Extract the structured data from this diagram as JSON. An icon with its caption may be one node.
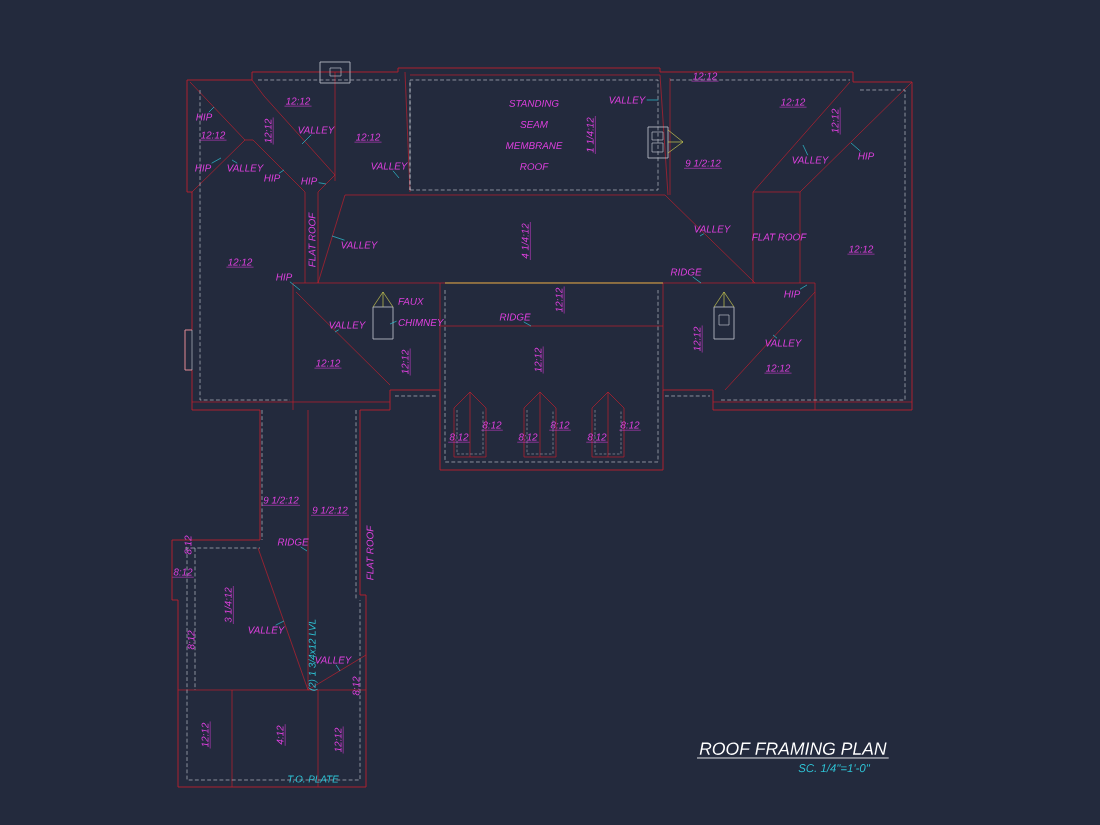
{
  "diagram": {
    "title": "ROOF FRAMING PLAN",
    "nodes": [
      {
        "text": [
          "STANDING SEAM MEMBRANE ROOF"
        ]
      },
      {
        "text": [
          "HIP"
        ]
      },
      {
        "text": [
          "HIP"
        ]
      },
      {
        "text": [
          "VALLEY"
        ]
      },
      {
        "text": [
          "VALLEY"
        ]
      },
      {
        "text": [
          "HIP"
        ]
      },
      {
        "text": [
          "HIP"
        ]
      },
      {
        "text": [
          "VALLEY"
        ]
      },
      {
        "text": [
          "VALLEY"
        ]
      },
      {
        "text": [
          "HIP"
        ]
      },
      {
        "text": [
          "VALLEY"
        ],
        "in": 0
      },
      {
        "text": [
          "VALLEY"
        ]
      },
      {
        "text": [
          "HIP"
        ]
      },
      {
        "text": [
          "VALLEY"
        ]
      },
      {
        "text": [
          "RIDGE"
        ]
      },
      {
        "text": [
          "HIP"
        ]
      },
      {
        "text": [
          "VALLEY"
        ]
      },
      {
        "text": [
          "FAUX CHIMNEY"
        ]
      },
      {
        "text": [
          "RIDGE"
        ]
      },
      {
        "text": [
          "VALLEY"
        ]
      },
      {
        "text": [
          "RIDGE"
        ]
      },
      {
        "text": [
          "VALLEY"
        ]
      },
      {
        "text": [
          "VALLEY"
        ]
      }
    ],
    "edges": [
      {
        "from": 1,
        "to": null,
        "arrow": "none"
      },
      {
        "from": 2,
        "to": null,
        "arrow": "none"
      },
      {
        "from": 3,
        "to": null,
        "arrow": "none"
      },
      {
        "from": 4,
        "to": null,
        "arrow": "none"
      },
      {
        "from": 5,
        "to": null,
        "arrow": "none"
      },
      {
        "from": 6,
        "to": null,
        "arrow": "none"
      },
      {
        "from": 7,
        "to": null,
        "arrow": "none"
      },
      {
        "from": 8,
        "to": null,
        "arrow": "none"
      },
      {
        "from": 9,
        "to": null,
        "arrow": "none"
      },
      {
        "from": 10,
        "to": 0,
        "arrow": "none"
      },
      {
        "from": 11,
        "to": null,
        "arrow": "none"
      },
      {
        "from": 12,
        "to": null,
        "arrow": "none"
      },
      {
        "from": 13,
        "to": null,
        "arrow": "none"
      },
      {
        "from": 14,
        "to": null,
        "arrow": "none"
      },
      {
        "from": 15,
        "to": null,
        "arrow": "none"
      },
      {
        "from": 16,
        "to": null,
        "arrow": "none"
      },
      {
        "from": 17,
        "to": null,
        "arrow": "none"
      },
      {
        "from": 18,
        "to": null,
        "arrow": "none"
      },
      {
        "from": 19,
        "to": null,
        "arrow": "none"
      },
      {
        "from": 20,
        "to": null,
        "arrow": "none"
      },
      {
        "from": 21,
        "to": null,
        "arrow": "none"
      },
      {
        "from": 22,
        "to": null,
        "arrow": "none"
      }
    ],
    "labels": [
      "12:12",
      "12:12",
      "12:12",
      "12:12",
      "12:12",
      "12:12",
      "1 1/4:12",
      "12:12",
      "9 1/2:12",
      "FLAT ROOF",
      "4 1/4:12",
      "FLAT ROOF",
      "12:12",
      "12:12",
      "12:12",
      "12:12",
      "12:12",
      "12:12",
      "12:12",
      "12:12",
      "8:12",
      "8:12",
      "8:12",
      "8:12",
      "8:12",
      "8:12",
      "9 1/2:12",
      "9 1/2:12",
      "8:12",
      "FLAT ROOF",
      "8:12",
      "3 1/4:12",
      "8:12",
      "(2) 1 3/4x12 LVL",
      "8:12",
      "12:12",
      "4:12",
      "12:12",
      "T.O. PLATE",
      "SC. 1/4\"=1'-0\""
    ]
  }
}
